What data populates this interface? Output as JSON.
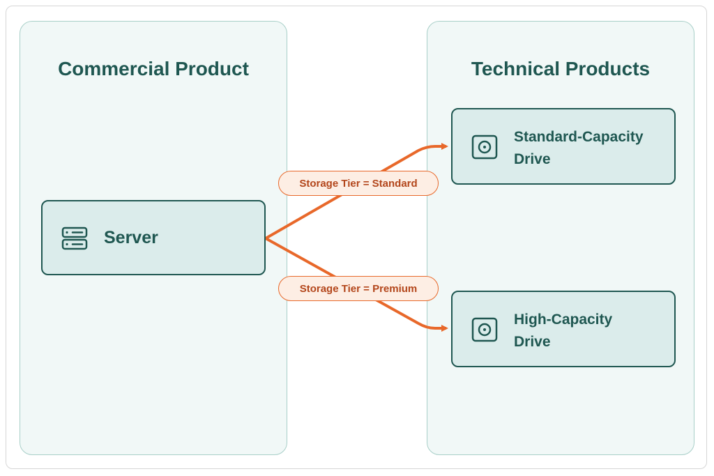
{
  "colors": {
    "panel_fill": "#f1f8f7",
    "panel_border": "#a8cfc8",
    "node_fill": "#dbeceb",
    "node_border": "#1f5751",
    "text_dark_teal": "#1f5751",
    "arrow_orange": "#e8682a",
    "pill_fill": "#fdeee4",
    "pill_text": "#b3461b"
  },
  "left_panel": {
    "title": "Commercial Product",
    "node": {
      "label": "Server",
      "icon": "server-icon"
    }
  },
  "right_panel": {
    "title": "Technical Products",
    "nodes": [
      {
        "line1": "Standard-Capacity",
        "line2": "Drive",
        "icon": "drive-icon"
      },
      {
        "line1": "High-Capacity",
        "line2": "Drive",
        "icon": "drive-icon"
      }
    ]
  },
  "connectors": [
    {
      "label": "Storage Tier = Standard",
      "from": "Server",
      "to": "Standard-Capacity Drive"
    },
    {
      "label": "Storage Tier = Premium",
      "from": "Server",
      "to": "High-Capacity Drive"
    }
  ]
}
